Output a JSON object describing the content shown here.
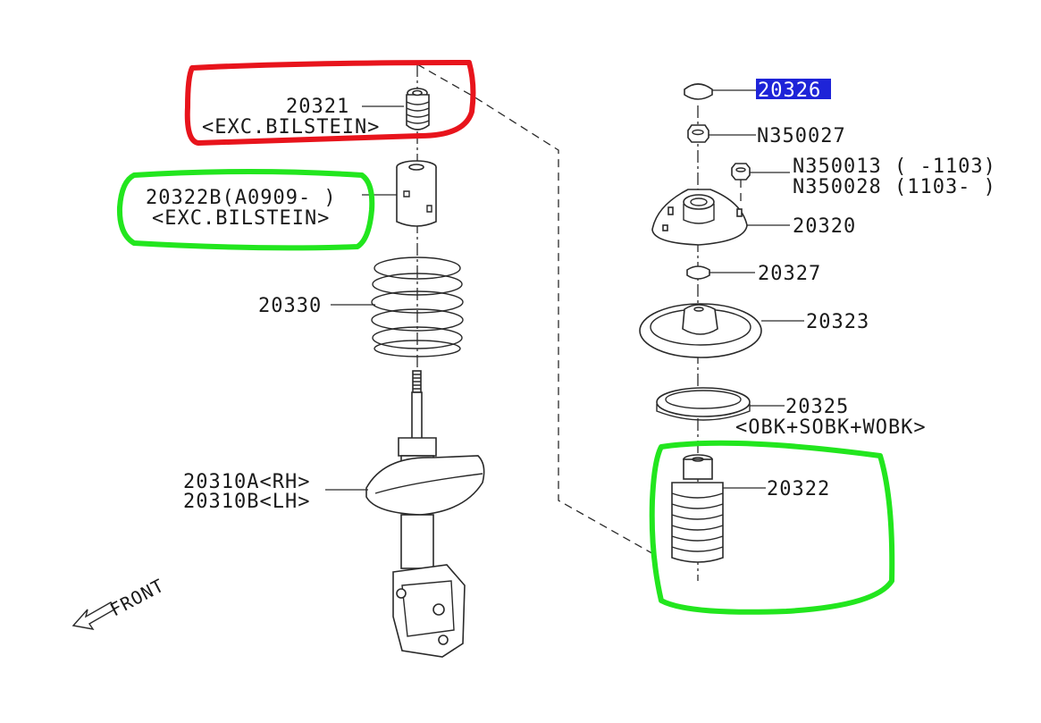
{
  "labels": {
    "p20321": "20321",
    "p20321_note": "<EXC.BILSTEIN>",
    "p20322b": "20322B(A0909- )",
    "p20322b_note": "<EXC.BILSTEIN>",
    "p20330": "20330",
    "p20310a": "20310A<RH>",
    "p20310b": "20310B<LH>",
    "front": "FRONT",
    "p20326": "20326",
    "n350027": "N350027",
    "n350013": "N350013 ( -1103)",
    "n350028": "N350028 (1103- )",
    "p20320": "20320",
    "p20327": "20327",
    "p20323": "20323",
    "p20325": "20325",
    "p20325_note": "<OBK+SOBK+WOBK>",
    "p20322": "20322"
  },
  "colors": {
    "red_circle": "#e8141c",
    "green_circle": "#22e61e",
    "highlight_bg": "#1e24d8",
    "highlight_text": "#ffffff",
    "line": "#2a2a2a"
  },
  "icons": {
    "front_arrow": "front-arrow-icon"
  }
}
